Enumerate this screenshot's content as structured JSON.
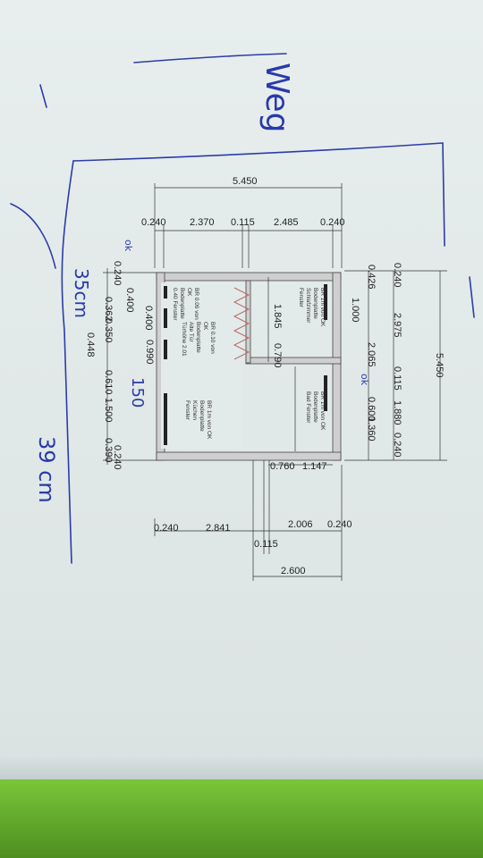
{
  "dimensions": {
    "top_total": "5.450",
    "top_segments": [
      "0.240",
      "2.370",
      "0.115",
      "2.485",
      "0.240"
    ],
    "right_total": "5.450",
    "right_segments_a": [
      "0.240",
      "2.975",
      "0.115",
      "1.880",
      "0.240"
    ],
    "right_segments_b": [
      "0.426",
      "1.000",
      "2.065",
      "0.600",
      "1.360"
    ],
    "left_segments_a": [
      "0.240",
      "0.400",
      "0.350",
      "0.448"
    ],
    "left_segments_b": [
      "0.362",
      "0.400",
      "0.990"
    ],
    "left_segments_c": [
      "0.610",
      "1.500",
      "0.390",
      "0.240"
    ],
    "interior_a": "1.845",
    "interior_b": "0.790",
    "interior_c": "0.760",
    "interior_d": "1.147",
    "bottom_segments": [
      "0.240",
      "2.841",
      "0.115",
      "2.006",
      "0.240"
    ],
    "bottom_total": "2.600"
  },
  "window_notes": {
    "bedroom": [
      "BR 1m von OK",
      "Bodenplatte",
      "Schlafzimmer",
      "Fenster"
    ],
    "bath": [
      "BR 1m von OK",
      "Bodenplatte",
      "Bad Fenster"
    ],
    "entry": [
      "BR 0.09 von",
      "OK",
      "Bodenplatte",
      "0.40 Fenster"
    ],
    "door": [
      "BR 0.10 von",
      "OK",
      "Bodenplatte",
      "Alte Tür",
      "Türhöhe 2.01"
    ],
    "kitchen": [
      "BR 1m von OK",
      "Bodenplatte",
      "Küchen",
      "Fenster"
    ]
  },
  "handwriting": {
    "top": "Weg",
    "left_a": "35cm",
    "left_b": "39 cm",
    "mid": "150",
    "ok_a": "ok",
    "ok_b": "ok"
  },
  "colors": {
    "paper": "#e3eaea",
    "ink": "#2b3ca8",
    "grass": "#5ea52a"
  }
}
